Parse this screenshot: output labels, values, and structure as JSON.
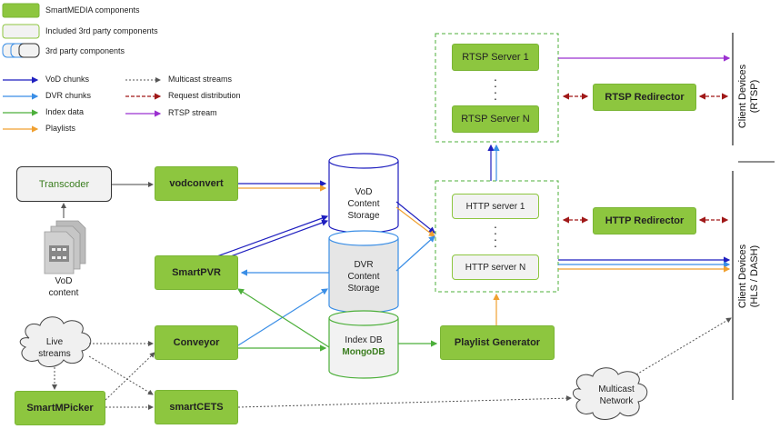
{
  "legend": {
    "smartmedia": "SmartMEDIA components",
    "included": "Included 3rd party components",
    "third_party": "3rd party components",
    "vod_chunks": "VoD chunks",
    "dvr_chunks": "DVR chunks",
    "index_data": "Index data",
    "playlists": "Playlists",
    "multicast_streams": "Multicast streams",
    "request_distribution": "Request distribution",
    "rtsp_stream": "RTSP stream"
  },
  "nodes": {
    "transcoder": "Transcoder",
    "vod_content": "VoD\ncontent",
    "vodconvert": "vodconvert",
    "smartpvr": "SmartPVR",
    "live_streams": "Live\nstreams",
    "conveyor": "Conveyor",
    "smartmpicker": "SmartMPicker",
    "smartcets": "smartCETS",
    "vod_storage": "VoD\nContent\nStorage",
    "dvr_storage": "DVR\nContent\nStorage",
    "index_db": "Index DB",
    "mongodb": "MongoDB",
    "playlist_generator": "Playlist Generator",
    "http_server_1": "HTTP server 1",
    "http_server_n": "HTTP server N",
    "rtsp_server_1": "RTSP Server 1",
    "rtsp_server_n": "RTSP Server N",
    "rtsp_redirector": "RTSP Redirector",
    "http_redirector": "HTTP Redirector",
    "multicast_network": "Multicast\nNetwork",
    "client_rtsp": "Client Devices\n(RTSP)",
    "client_hls": "Client Devices\n(HLS / DASH)"
  },
  "colors": {
    "smartmedia_green": "#8dc63f",
    "vod_chunks": "#1f1fbf",
    "dvr_chunks": "#3a8ee6",
    "index_data": "#4caf3a",
    "playlists": "#f0a030",
    "multicast": "#555555",
    "request": "#a01818",
    "rtsp": "#9b30d0"
  }
}
